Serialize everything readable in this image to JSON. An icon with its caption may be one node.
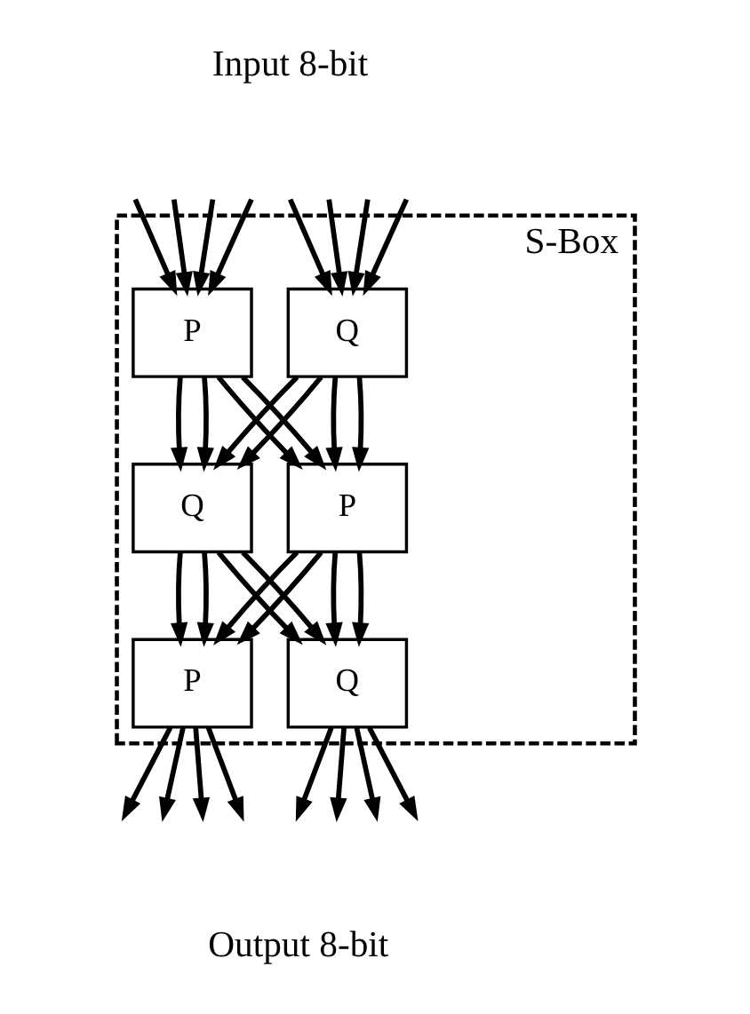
{
  "diagram": {
    "nodes": [
      {
        "text": [
          "S-Box"
        ]
      },
      {
        "text": [
          "P"
        ],
        "in": 0
      },
      {
        "text": [
          "Q"
        ],
        "in": 0
      },
      {
        "text": [
          "Q"
        ],
        "in": 0
      },
      {
        "text": [
          "P"
        ],
        "in": 0
      },
      {
        "text": [
          "P"
        ],
        "in": 0
      },
      {
        "text": [
          "Q"
        ],
        "in": 0
      }
    ],
    "edges": [
      {
        "from": null,
        "to": 1,
        "arrow": "to"
      },
      {
        "from": null,
        "to": 1,
        "arrow": "to"
      },
      {
        "from": null,
        "to": 1,
        "arrow": "to"
      },
      {
        "from": null,
        "to": 1,
        "arrow": "to"
      },
      {
        "from": null,
        "to": 2,
        "arrow": "to"
      },
      {
        "from": null,
        "to": 2,
        "arrow": "to"
      },
      {
        "from": null,
        "to": 2,
        "arrow": "to"
      },
      {
        "from": null,
        "to": 2,
        "arrow": "to"
      },
      {
        "from": 1,
        "to": 3,
        "arrow": "to"
      },
      {
        "from": 1,
        "to": 3,
        "arrow": "to"
      },
      {
        "from": 1,
        "to": 4,
        "arrow": "to"
      },
      {
        "from": 1,
        "to": 4,
        "arrow": "to"
      },
      {
        "from": 2,
        "to": 3,
        "arrow": "to"
      },
      {
        "from": 2,
        "to": 3,
        "arrow": "to"
      },
      {
        "from": 2,
        "to": 4,
        "arrow": "to"
      },
      {
        "from": 2,
        "to": 4,
        "arrow": "to"
      },
      {
        "from": 3,
        "to": 5,
        "arrow": "to"
      },
      {
        "from": 3,
        "to": 5,
        "arrow": "to"
      },
      {
        "from": 3,
        "to": 6,
        "arrow": "to"
      },
      {
        "from": 3,
        "to": 6,
        "arrow": "to"
      },
      {
        "from": 4,
        "to": 5,
        "arrow": "to"
      },
      {
        "from": 4,
        "to": 5,
        "arrow": "to"
      },
      {
        "from": 4,
        "to": 6,
        "arrow": "to"
      },
      {
        "from": 4,
        "to": 6,
        "arrow": "to"
      },
      {
        "from": 5,
        "to": null,
        "arrow": "to"
      },
      {
        "from": 5,
        "to": null,
        "arrow": "to"
      },
      {
        "from": 5,
        "to": null,
        "arrow": "to"
      },
      {
        "from": 5,
        "to": null,
        "arrow": "to"
      },
      {
        "from": 6,
        "to": null,
        "arrow": "to"
      },
      {
        "from": 6,
        "to": null,
        "arrow": "to"
      },
      {
        "from": 6,
        "to": null,
        "arrow": "to"
      },
      {
        "from": 6,
        "to": null,
        "arrow": "to"
      }
    ],
    "labels": [
      "Input 8-bit",
      "Output 8-bit"
    ]
  }
}
